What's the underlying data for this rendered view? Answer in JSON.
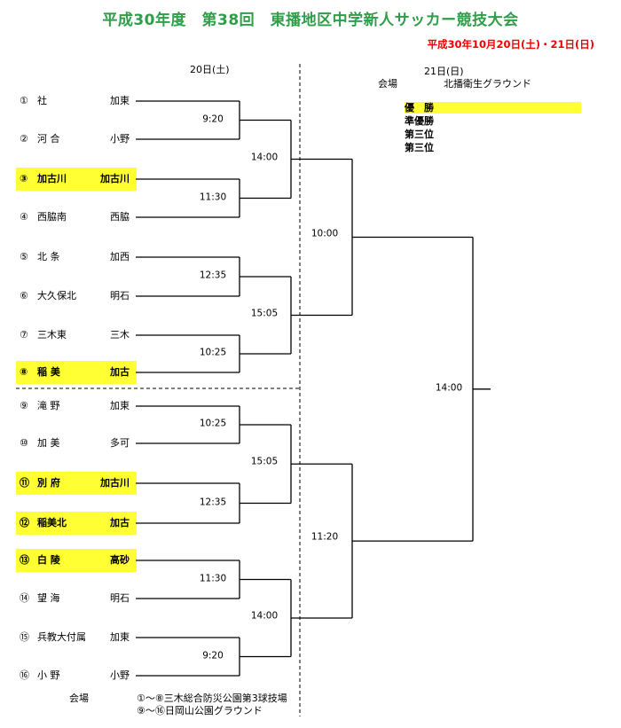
{
  "title": "平成30年度　第38回　東播地区中学新人サッカー競技大会",
  "dates": "平成30年10月20日(土)・21日(日)",
  "day1_label": "20日(土)",
  "day2_label": "21日(日)",
  "venue_label": "会場",
  "day2_venue": "北播衛生グラウンド",
  "results": [
    {
      "label": "優　勝",
      "highlight": true
    },
    {
      "label": "準優勝",
      "highlight": false
    },
    {
      "label": "第三位",
      "highlight": false
    },
    {
      "label": "第三位",
      "highlight": false
    }
  ],
  "teams": [
    {
      "num": "①",
      "name": "社",
      "area": "加東",
      "highlight": false
    },
    {
      "num": "②",
      "name": "河 合",
      "area": "小野",
      "highlight": false
    },
    {
      "num": "③",
      "name": "加古川",
      "area": "加古川",
      "highlight": true
    },
    {
      "num": "④",
      "name": "西脇南",
      "area": "西脇",
      "highlight": false
    },
    {
      "num": "⑤",
      "name": "北 条",
      "area": "加西",
      "highlight": false
    },
    {
      "num": "⑥",
      "name": "大久保北",
      "area": "明石",
      "highlight": false
    },
    {
      "num": "⑦",
      "name": "三木東",
      "area": "三木",
      "highlight": false
    },
    {
      "num": "⑧",
      "name": "稲 美",
      "area": "加古",
      "highlight": true
    },
    {
      "num": "⑨",
      "name": "滝 野",
      "area": "加東",
      "highlight": false
    },
    {
      "num": "⑩",
      "name": "加 美",
      "area": "多可",
      "highlight": false
    },
    {
      "num": "⑪",
      "name": "別 府",
      "area": "加古川",
      "highlight": true
    },
    {
      "num": "⑫",
      "name": "稲美北",
      "area": "加古",
      "highlight": true
    },
    {
      "num": "⑬",
      "name": "白 陵",
      "area": "高砂",
      "highlight": true
    },
    {
      "num": "⑭",
      "name": "望 海",
      "area": "明石",
      "highlight": false
    },
    {
      "num": "⑮",
      "name": "兵教大付属",
      "area": "加東",
      "highlight": false
    },
    {
      "num": "⑯",
      "name": "小 野",
      "area": "小野",
      "highlight": false
    }
  ],
  "round1_times": [
    "9:20",
    "11:30",
    "12:35",
    "10:25",
    "10:25",
    "12:35",
    "11:30",
    "9:20"
  ],
  "round2_times": [
    "14:00",
    "15:05",
    "15:05",
    "14:00"
  ],
  "semi_times": [
    "10:00",
    "11:20"
  ],
  "final_time": "14:00",
  "day1_venues": [
    "①～⑧三木総合防災公園第3球技場",
    "⑨～⑯日岡山公園グラウンド"
  ]
}
